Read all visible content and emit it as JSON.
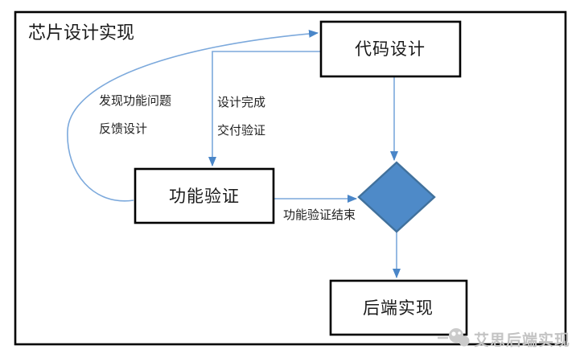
{
  "header": {
    "title": "芯片设计实现"
  },
  "flowchart": {
    "nodes": [
      {
        "id": "code-design",
        "label": "代码设计",
        "shape": "rect"
      },
      {
        "id": "functional-verification",
        "label": "功能验证",
        "shape": "rect"
      },
      {
        "id": "backend-implementation",
        "label": "后端实现",
        "shape": "rect"
      }
    ],
    "decision_diamond": {
      "label": "",
      "shape": "diamond"
    },
    "edge_labels": {
      "feedback_line1": "发现功能问题",
      "feedback_line2": "反馈设计",
      "handoff_line1": "设计完成",
      "handoff_line2": "交付验证",
      "verification_done": "功能验证结束"
    },
    "colors": {
      "connector": "#7CA9DC",
      "arrowhead": "#4A86C8",
      "diamond_fill": "#4E8AC8",
      "diamond_stroke": "#41719C",
      "node_fill": "#FFFFFF",
      "node_border": "#000000",
      "frame_border": "#000000",
      "watermark": "#C3C3C3"
    }
  },
  "watermark": {
    "label": "艾思后端实现"
  }
}
